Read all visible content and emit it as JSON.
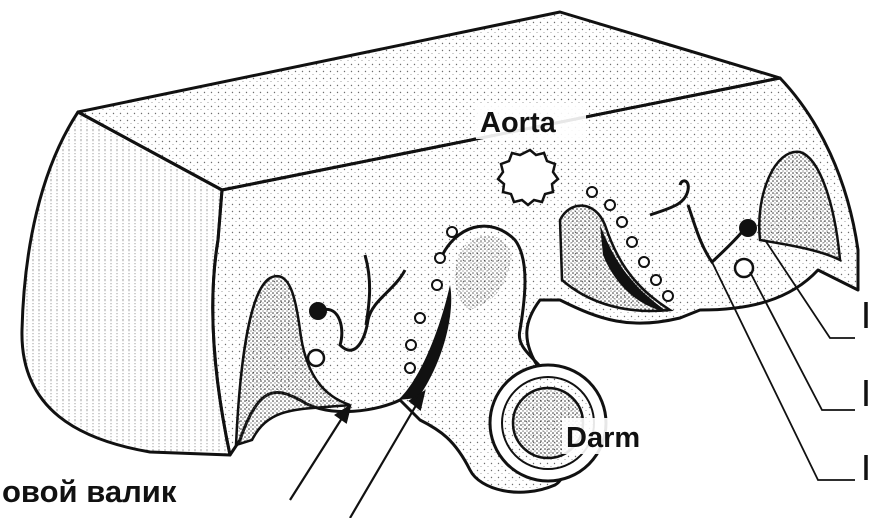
{
  "labels": {
    "aorta": "Aorta",
    "darm": "Darm",
    "ridge_caption": "овой валик",
    "right_label_1": "",
    "right_label_2": "",
    "right_label_3": ""
  },
  "colors": {
    "ink": "#111111",
    "paper": "#ffffff",
    "stipple": "#7a7a7a"
  }
}
